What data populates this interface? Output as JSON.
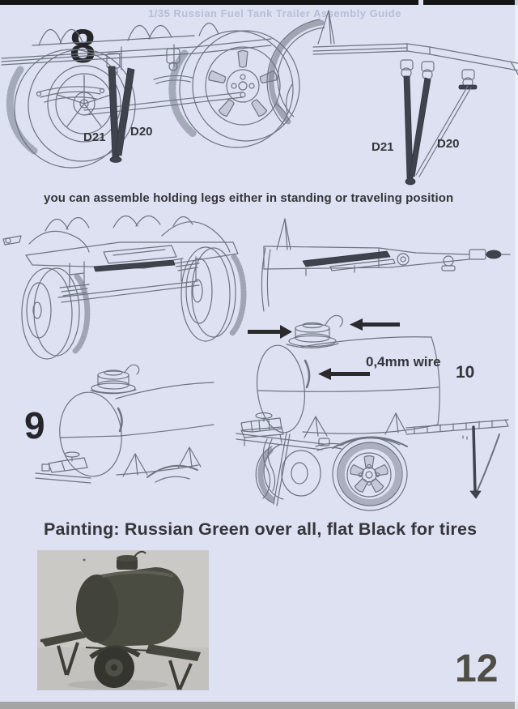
{
  "document": {
    "ghost_header": "1/35 Russian Fuel Tank Trailer   Assembly Guide",
    "page_number": "12"
  },
  "steps": {
    "step_8": {
      "number": "8",
      "labels_left_diagram": {
        "d21": "D21",
        "d20": "D20"
      },
      "labels_right_diagram": {
        "d21": "D21",
        "d20": "D20"
      }
    },
    "note_legs": "you can assemble holding legs either in standing or traveling position",
    "step_9": {
      "number": "9"
    },
    "step_10": {
      "number": "10",
      "wire_note": "0,4mm wire"
    }
  },
  "painting": {
    "note": "Painting: Russian Green over all, flat Black for tires"
  },
  "colors": {
    "page_background": "#dde1f2",
    "line_art": "#6e7380",
    "text": "#35353a",
    "photo_background": "#cac9c6",
    "model_green": "#4a4c42",
    "scan_edge_top": "#141414",
    "scan_edge_bottom": "#a4a4a4"
  }
}
